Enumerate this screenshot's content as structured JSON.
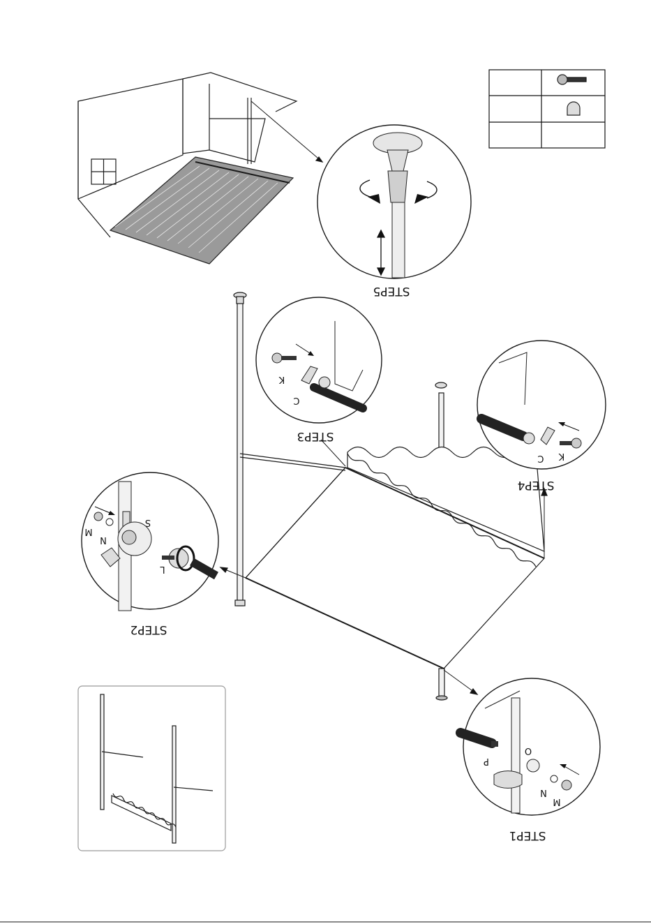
{
  "diagram": {
    "steps": {
      "step1": "STEP1",
      "step2": "STEP2",
      "step3": "STEP3",
      "step4": "STEP4",
      "step5": "STEP5"
    },
    "parts": {
      "K": "K",
      "C": "C",
      "L": "L",
      "S": "S",
      "M": "M",
      "N": "N",
      "O": "O",
      "P": "P"
    }
  },
  "colors": {
    "ink": "#1a1a1a",
    "fabric": "#777777",
    "bg": "#ffffff"
  }
}
